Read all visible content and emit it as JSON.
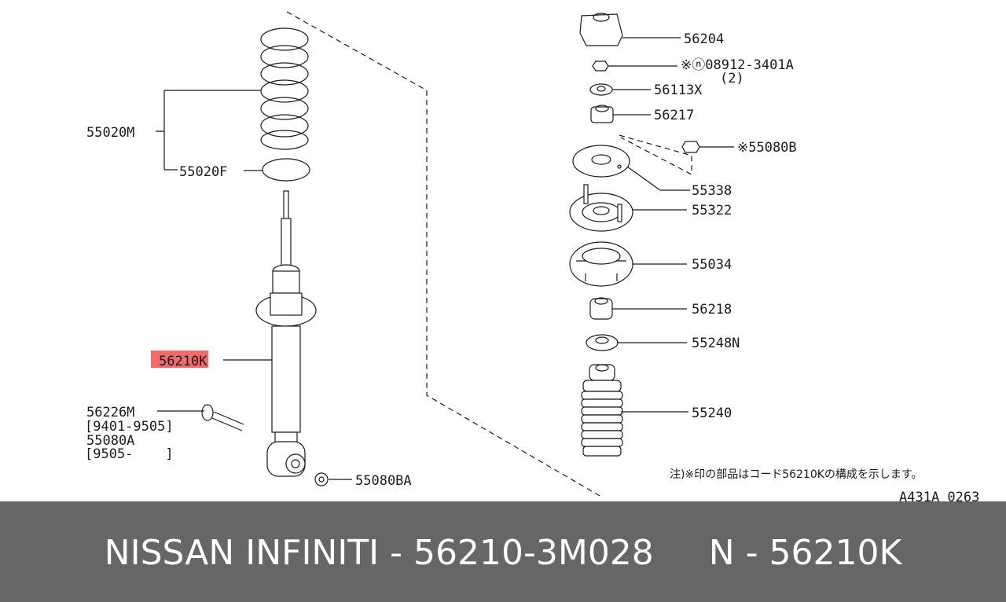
{
  "diagram": {
    "highlight_color": "#f26a6a",
    "highlighted_part": "56210",
    "labels": {
      "spring": "55020M",
      "spring_seat": "55020F",
      "strut_prefix": "56210",
      "strut_suffix": "K",
      "bolt": "56226M",
      "bolt_range": "[9401-9505]",
      "bolt_alt": "55080A",
      "bolt_alt_range": "[9505-    ]",
      "nut_bottom": "55080BA",
      "cap": "56204",
      "nut_top": "※ⓝ08912-3401A",
      "nut_top_qty": "(2)",
      "washer": "56113X",
      "bushing_upper": "56217",
      "nut_mount": "※55080B",
      "insulator": "55338",
      "mount": "55322",
      "bound_rubber": "55034",
      "bushing_lower": "56218",
      "washer_lower": "55248N",
      "boot": "55240"
    },
    "note": "注)※印の部品はコード56210Kの構成を示します。",
    "drawing_code": "A431A 0263"
  },
  "footer": {
    "background": "#666666",
    "text": "NISSAN INFINITI - 56210-3M028     N - 56210K"
  }
}
